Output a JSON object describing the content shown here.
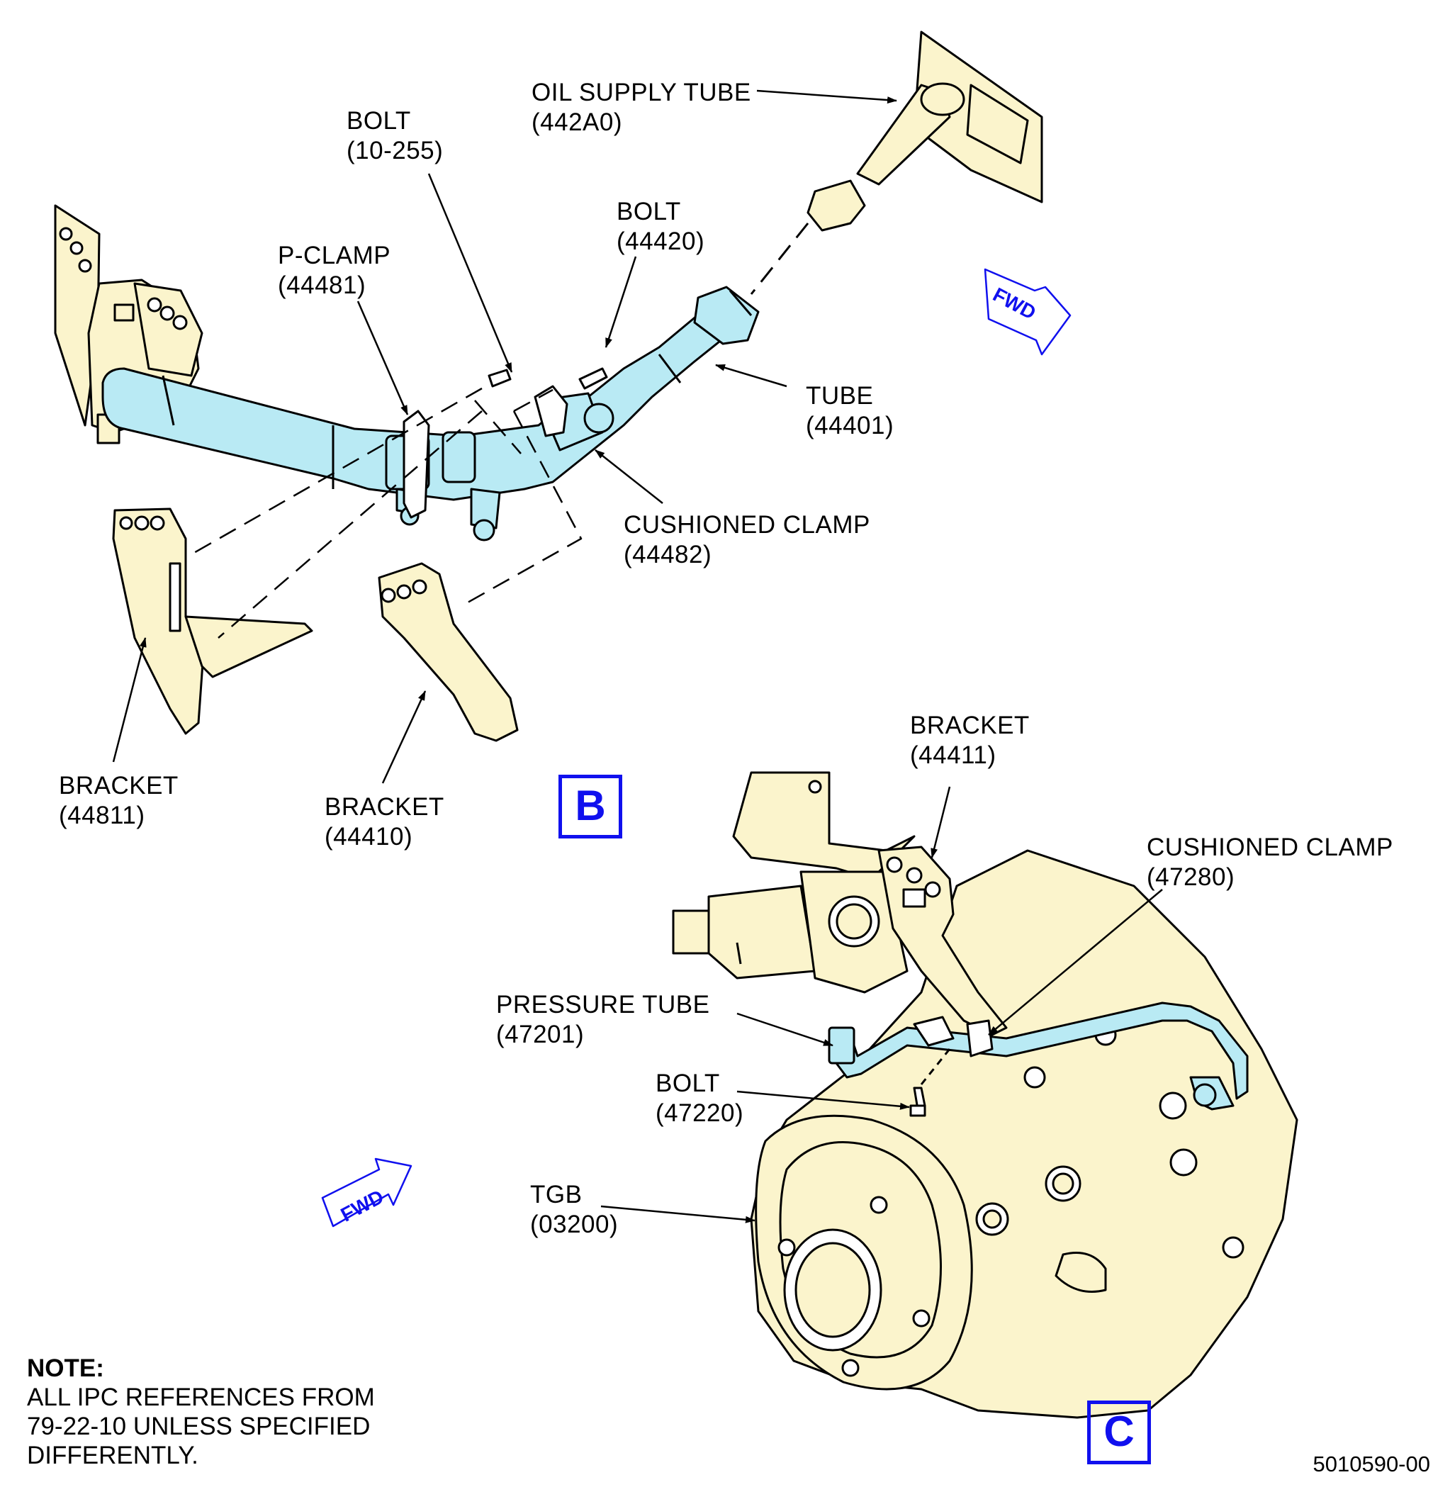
{
  "view_b": {
    "letter": "B",
    "labels": {
      "oil_supply_tube": {
        "name": "OIL SUPPLY TUBE",
        "pn": "(442A0)"
      },
      "bolt_10255": {
        "name": "BOLT",
        "pn": "(10-255)"
      },
      "bolt_44420": {
        "name": "BOLT",
        "pn": "(44420)"
      },
      "p_clamp": {
        "name": "P-CLAMP",
        "pn": "(44481)"
      },
      "tube": {
        "name": "TUBE",
        "pn": "(44401)"
      },
      "cushioned_clamp": {
        "name": "CUSHIONED CLAMP",
        "pn": "(44482)"
      },
      "bracket_44811": {
        "name": "BRACKET",
        "pn": "(44811)"
      },
      "bracket_44410": {
        "name": "BRACKET",
        "pn": "(44410)"
      }
    },
    "fwd": "FWD"
  },
  "view_c": {
    "letter": "C",
    "labels": {
      "bracket_44411": {
        "name": "BRACKET",
        "pn": "(44411)"
      },
      "cushioned_clamp": {
        "name": "CUSHIONED CLAMP",
        "pn": "(47280)"
      },
      "pressure_tube": {
        "name": "PRESSURE TUBE",
        "pn": "(47201)"
      },
      "bolt_47220": {
        "name": "BOLT",
        "pn": "(47220)"
      },
      "tgb": {
        "name": "TGB",
        "pn": "(03200)"
      }
    },
    "fwd": "FWD"
  },
  "note": {
    "title": "NOTE:",
    "lines": [
      "ALL IPC REFERENCES FROM",
      "79-22-10 UNLESS SPECIFIED",
      "DIFFERENTLY."
    ]
  },
  "figure_id": "5010590-00",
  "colors": {
    "part_fill": "#fbf4cc",
    "tube_fill": "#b9eaf4",
    "view_letter": "#1010ee",
    "fwd_arrow": "#1010ee"
  }
}
